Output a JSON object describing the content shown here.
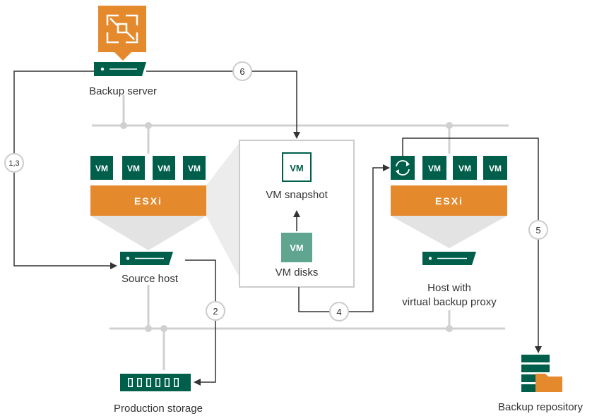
{
  "labels": {
    "backup_server": "Backup server",
    "source_host": "Source host",
    "production_storage": "Production storage",
    "vm_snapshot": "VM snapshot",
    "vm_disks": "VM disks",
    "proxy_host_line1": "Host with",
    "proxy_host_line2": "virtual backup proxy",
    "backup_repository": "Backup repository"
  },
  "vm_label": "VM",
  "esxi_label": "ESXi",
  "steps": {
    "s13": "1,3",
    "s2": "2",
    "s4": "4",
    "s5": "5",
    "s6": "6"
  },
  "colors": {
    "green": "#005f4b",
    "green_light": "#5fa58f",
    "orange": "#e58a2c",
    "line_gray": "#d0d0d0",
    "arrow": "#333333"
  },
  "icons": [
    "veeam-logo-icon",
    "server-icon",
    "storage-icon",
    "refresh-icon",
    "repository-icon"
  ]
}
